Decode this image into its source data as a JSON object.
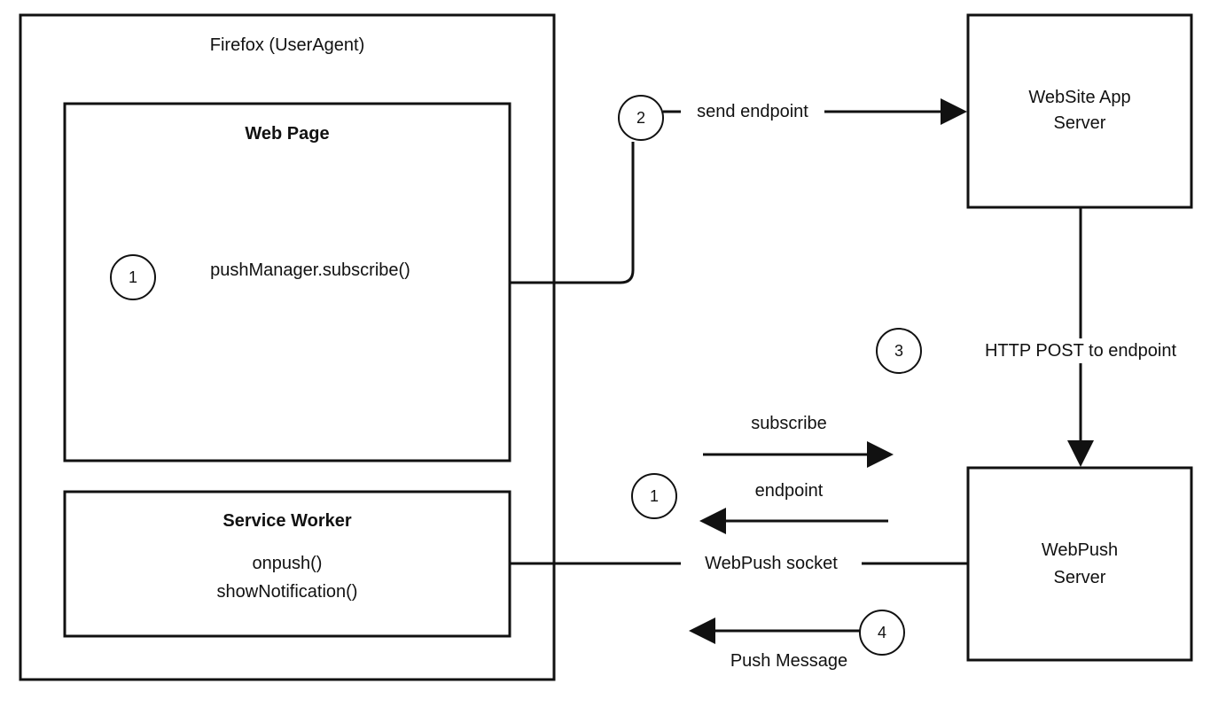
{
  "firefox": {
    "title": "Firefox (UserAgent)"
  },
  "web_page": {
    "title": "Web Page",
    "step": "1",
    "call": "pushManager.subscribe()"
  },
  "service_worker": {
    "title": "Service Worker",
    "line1": "onpush()",
    "line2": "showNotification()"
  },
  "app_server": {
    "line1": "WebSite App",
    "line2": "Server"
  },
  "push_server": {
    "line1": "WebPush",
    "line2": "Server"
  },
  "edges": {
    "send_endpoint": {
      "step": "2",
      "label": "send endpoint"
    },
    "http_post": {
      "step": "3",
      "label": "HTTP POST to endpoint"
    },
    "subscribe": {
      "label": "subscribe"
    },
    "endpoint": {
      "step": "1",
      "label": "endpoint"
    },
    "socket": {
      "label": "WebPush socket"
    },
    "push_message": {
      "step": "4",
      "label": "Push Message"
    }
  },
  "colors": {
    "stroke": "#111111",
    "background": "#ffffff"
  }
}
